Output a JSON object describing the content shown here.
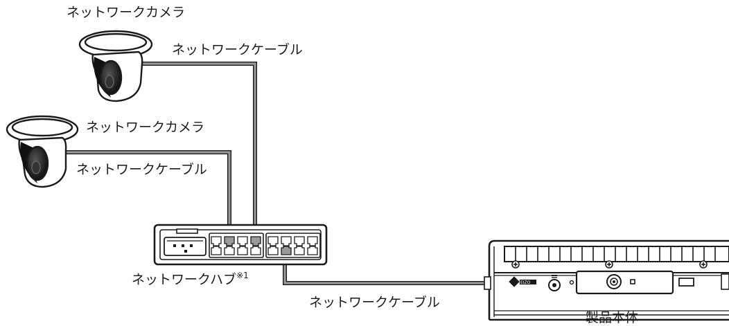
{
  "labels": {
    "camera_top": "ネットワークカメラ",
    "camera_left": "ネットワークカメラ",
    "cable_top": "ネットワークケーブル",
    "cable_left": "ネットワークケーブル",
    "hub": "ネットワークハブ",
    "hub_note": "※1",
    "cable_bottom": "ネットワークケーブル",
    "product": "製品本体"
  },
  "product_logo": "EIZO",
  "colors": {
    "line": "#1a1a1a",
    "cable": "#9a9a9a",
    "cable_edge": "#1a1a1a",
    "fill": "#ffffff",
    "port_active": "#9a9a9a"
  }
}
